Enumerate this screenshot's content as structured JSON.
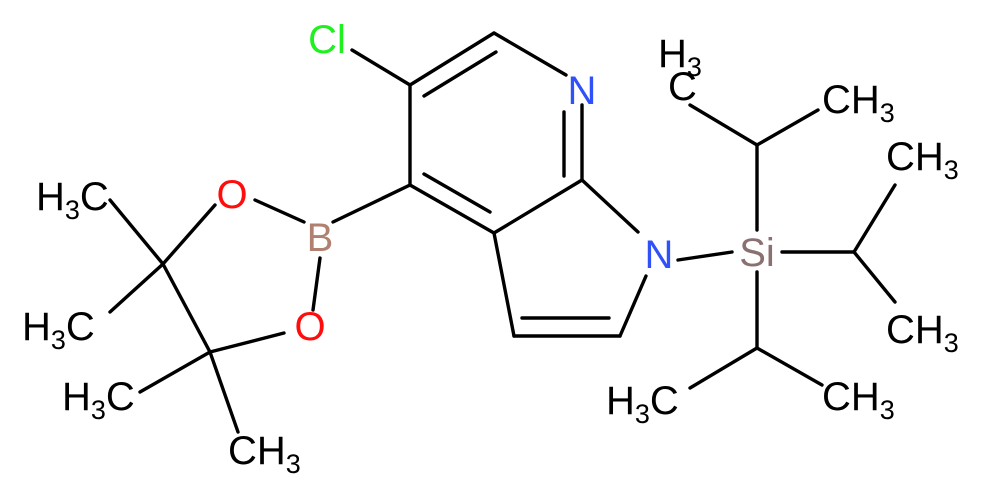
{
  "colors": {
    "bond": "#000000",
    "carbon": "#000000",
    "nitrogen": "#3050f8",
    "oxygen": "#ff0d0d",
    "chlorine": "#1ff01f",
    "boron": "#b08070",
    "silicon": "#8a7070"
  },
  "atoms": {
    "cl": "Cl",
    "n_pyridine": "N",
    "n_pyrrole": "N",
    "b": "B",
    "o_top": "O",
    "o_bottom": "O",
    "si": "Si"
  },
  "methyls": {
    "h": "H",
    "c": "C",
    "ch": "CH",
    "three": "3"
  }
}
